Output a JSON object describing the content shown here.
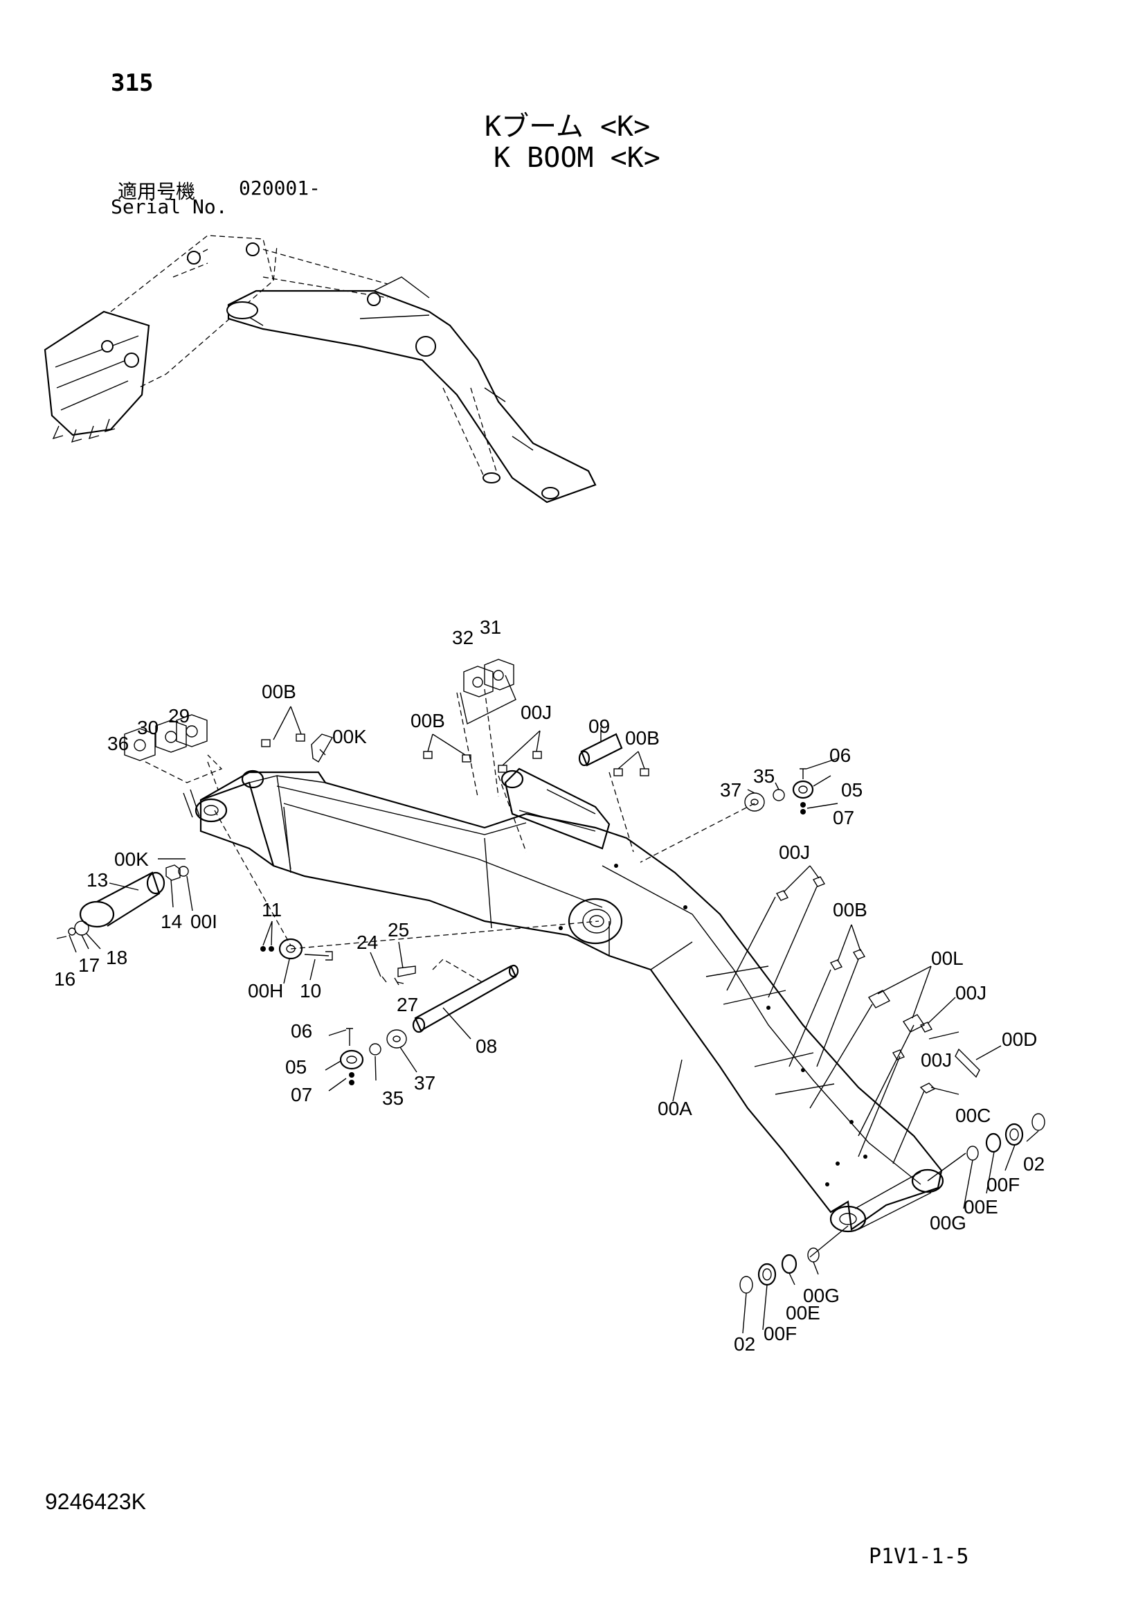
{
  "header": {
    "page_number": "315",
    "title_jp": "Kブーム <K>",
    "title_en": "K BOOM <K>",
    "serial_label_jp": "適用号機",
    "serial_number": "020001-",
    "serial_label_en": "Serial No."
  },
  "footer": {
    "drawing_number": "9246423K",
    "page_code": "P1V1-1-5"
  },
  "callouts": [
    "32",
    "31",
    "00B",
    "29",
    "30",
    "36",
    "00K",
    "00B",
    "00J",
    "09",
    "00B",
    "06",
    "35",
    "37",
    "05",
    "07",
    "00K",
    "13",
    "00I",
    "14",
    "18",
    "17",
    "16",
    "11",
    "00H",
    "10",
    "24",
    "25",
    "27",
    "00J",
    "00B",
    "06",
    "05",
    "07",
    "35",
    "37",
    "08",
    "00A",
    "00L",
    "00J",
    "00J",
    "00D",
    "00C",
    "02",
    "00F",
    "00E",
    "00G",
    "00G",
    "00E",
    "00F",
    "02"
  ]
}
